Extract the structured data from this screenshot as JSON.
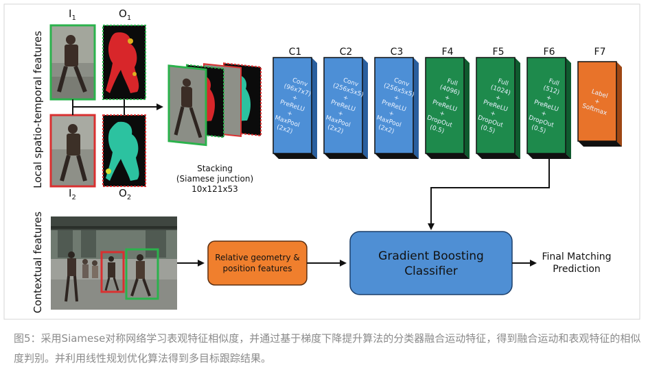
{
  "side_labels": {
    "local": "Local spatio-temporal features",
    "contextual": "Contextual features"
  },
  "inputs": {
    "i1": "I",
    "i1_sub": "1",
    "o1": "O",
    "o1_sub": "1",
    "i2": "I",
    "i2_sub": "2",
    "o2": "O",
    "o2_sub": "2"
  },
  "stacking": {
    "line1": "Stacking",
    "line2": "(Siamese junction)",
    "line3": "10x121x53"
  },
  "layers": [
    {
      "name": "C1",
      "lines": [
        "Conv",
        "(96x7x7)",
        "+",
        "PreReLU",
        "+",
        "MaxPool",
        "(2x2)"
      ],
      "color": "#4d8fd6",
      "side": "#2a5f9e"
    },
    {
      "name": "C2",
      "lines": [
        "Conv",
        "(256x5x5)",
        "+",
        "PreReLU",
        "+",
        "MaxPool",
        "(2x2)"
      ],
      "color": "#4d8fd6",
      "side": "#2a5f9e"
    },
    {
      "name": "C3",
      "lines": [
        "Conv",
        "(256x5x5)",
        "+",
        "PreReLU",
        "+",
        "MaxPool",
        "(2x2)"
      ],
      "color": "#4d8fd6",
      "side": "#2a5f9e"
    },
    {
      "name": "F4",
      "lines": [
        "Full",
        "(4096)",
        "+",
        "PreReLU",
        "+",
        "DropOut",
        "(0.5)"
      ],
      "color": "#1e8a4c",
      "side": "#0f5a2e"
    },
    {
      "name": "F5",
      "lines": [
        "Full",
        "(1024)",
        "+",
        "PreReLU",
        "+",
        "DropOut",
        "(0.5)"
      ],
      "color": "#1e8a4c",
      "side": "#0f5a2e"
    },
    {
      "name": "F6",
      "lines": [
        "Full",
        "(512)",
        "+",
        "PreReLU",
        "+",
        "DropOut",
        "(0.5)"
      ],
      "color": "#1e8a4c",
      "side": "#0f5a2e"
    },
    {
      "name": "F7",
      "lines": [
        "Label",
        "+",
        "Softmax"
      ],
      "color": "#e8732a",
      "side": "#9e4714"
    }
  ],
  "relative_box": {
    "line1": "Relative geometry &",
    "line2": "position features"
  },
  "classifier": {
    "line1": "Gradient Boosting",
    "line2": "Classifier"
  },
  "output": {
    "line1": "Final Matching",
    "line2": "Prediction"
  },
  "caption": "图5：采用Siamese对称网络学习表观特征相似度，并通过基于梯度下降提升算法的分类器融合运动特征，得到融合运动和表观特征的相似度判别。并利用线性规划优化算法得到多目标跟踪结果。",
  "colors": {
    "conv": "#4d8fd6",
    "full": "#1e8a4c",
    "softmax": "#e8732a",
    "orange_box": "#f07f2d",
    "classifier": "#4f8fd4",
    "green_border": "#2bb24c",
    "red_border": "#d93030"
  }
}
